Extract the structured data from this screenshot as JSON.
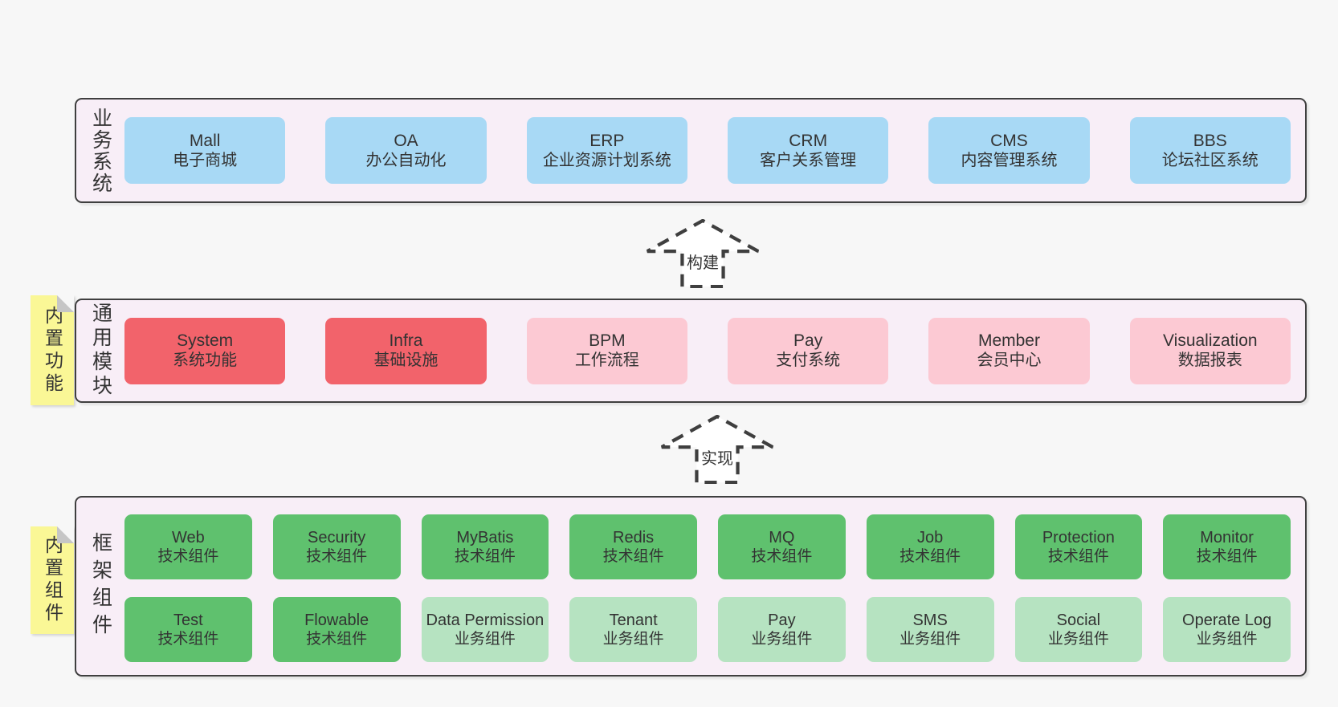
{
  "colors": {
    "page_bg": "#f7f7f7",
    "panel_bg": "#f8eef7",
    "panel_border": "#3f3f3f",
    "blue": "#a8d9f5",
    "red": "#f2636b",
    "pink": "#fcc9d3",
    "green": "#5fc16e",
    "green_light": "#b6e3c1",
    "yellow_tag": "#faf796",
    "fold_gray": "#c6c6c6",
    "arrow_fill": "#ffffff",
    "text": "#333333"
  },
  "layers": [
    {
      "label": "业务系统",
      "boxes": [
        {
          "name": "Mall",
          "desc": "电子商城"
        },
        {
          "name": "OA",
          "desc": "办公自动化"
        },
        {
          "name": "ERP",
          "desc": "企业资源计划系统"
        },
        {
          "name": "CRM",
          "desc": "客户关系管理"
        },
        {
          "name": "CMS",
          "desc": "内容管理系统"
        },
        {
          "name": "BBS",
          "desc": "论坛社区系统"
        }
      ]
    },
    {
      "label": "通用模块",
      "tag": "内置功能",
      "boxes": [
        {
          "name": "System",
          "desc": "系统功能"
        },
        {
          "name": "Infra",
          "desc": "基础设施"
        },
        {
          "name": "BPM",
          "desc": "工作流程"
        },
        {
          "name": "Pay",
          "desc": "支付系统"
        },
        {
          "name": "Member",
          "desc": "会员中心"
        },
        {
          "name": "Visualization",
          "desc": "数据报表"
        }
      ]
    },
    {
      "label": "框架组件",
      "tag": "内置组件",
      "rows": [
        [
          {
            "name": "Web",
            "desc": "技术组件"
          },
          {
            "name": "Security",
            "desc": "技术组件"
          },
          {
            "name": "MyBatis",
            "desc": "技术组件"
          },
          {
            "name": "Redis",
            "desc": "技术组件"
          },
          {
            "name": "MQ",
            "desc": "技术组件"
          },
          {
            "name": "Job",
            "desc": "技术组件"
          },
          {
            "name": "Protection",
            "desc": "技术组件"
          },
          {
            "name": "Monitor",
            "desc": "技术组件"
          }
        ],
        [
          {
            "name": "Test",
            "desc": "技术组件"
          },
          {
            "name": "Flowable",
            "desc": "技术组件"
          },
          {
            "name": "Data Permission",
            "desc": "业务组件"
          },
          {
            "name": "Tenant",
            "desc": "业务组件"
          },
          {
            "name": "Pay",
            "desc": "业务组件"
          },
          {
            "name": "SMS",
            "desc": "业务组件"
          },
          {
            "name": "Social",
            "desc": "业务组件"
          },
          {
            "name": "Operate Log",
            "desc": "业务组件"
          }
        ]
      ]
    }
  ],
  "arrows": [
    {
      "label": "构建"
    },
    {
      "label": "实现"
    }
  ]
}
